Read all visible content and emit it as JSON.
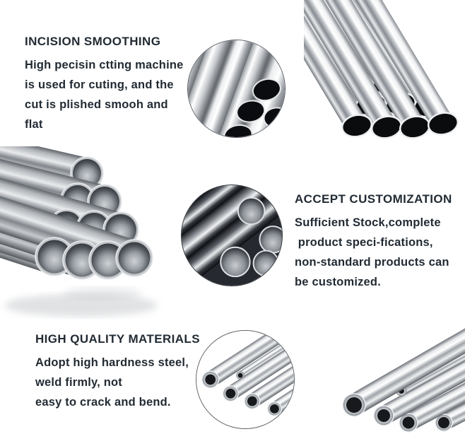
{
  "page": {
    "background": "#ffffff",
    "text_color": "#222b34"
  },
  "features": [
    {
      "title": "INCISION SMOOTHING",
      "lines": [
        "High pecisin ctting machine",
        "is used for cuting, and the",
        "cut is plished smooh and",
        "flat"
      ]
    },
    {
      "title": "ACCEPT CUSTOMIZATION",
      "lines": [
        "Sufficient Stock,complete",
        " product speci-fications,",
        "non-standard products can",
        "be customized."
      ]
    },
    {
      "title": "HIGH QUALITY MATERIALS",
      "lines": [
        "Adopt high hardness steel,",
        "weld firmly, not",
        "easy to crack and bend."
      ]
    }
  ],
  "photos": {
    "top_circle": "pipe-cut-ends-closeup",
    "top_right": "stacked-steel-pipes-pyramid",
    "middle_left": "steel-pipes-pyramid",
    "middle_circle": "pipe-bundle-closeup",
    "bottom_circle": "thin-steel-tubes-closeup",
    "bottom_right": "thin-steel-tubes-diagonal"
  }
}
